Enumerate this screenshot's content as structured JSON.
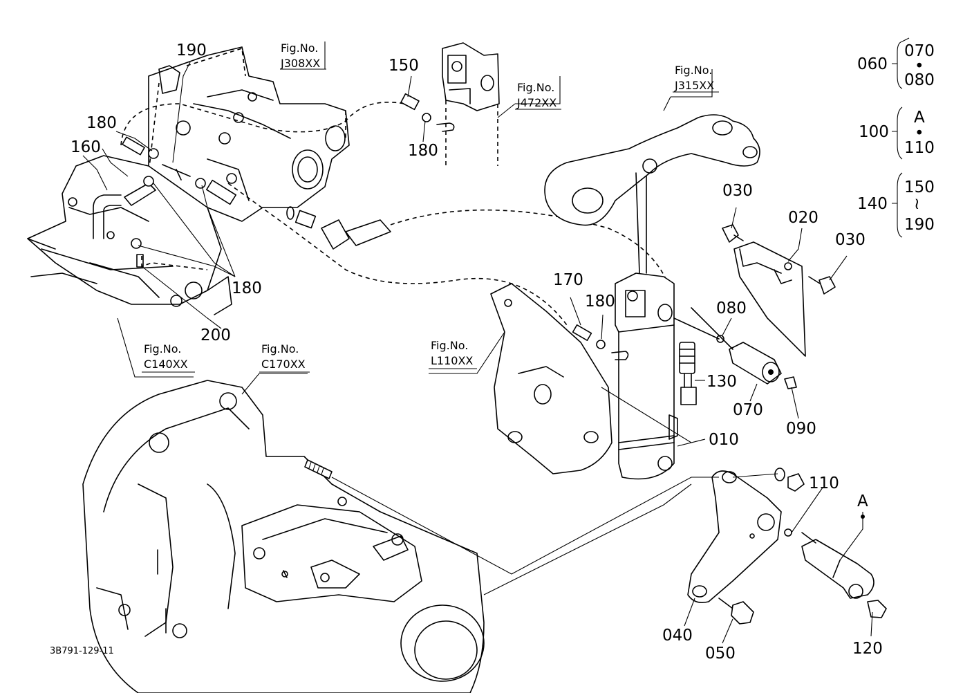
{
  "parts": {
    "p010": "010",
    "p020": "020",
    "p030a": "030",
    "p030b": "030",
    "p040": "040",
    "p050": "050",
    "p070": "070",
    "p080": "080",
    "p090": "090",
    "p110": "110",
    "p120": "120",
    "p130": "130",
    "p150": "150",
    "p160": "160",
    "p170": "170",
    "p180a": "180",
    "p180b": "180",
    "p180c": "180",
    "p180d": "180",
    "p190": "190",
    "p200": "200",
    "pA": "A"
  },
  "figure_refs": {
    "j308": {
      "line1": "Fig.No.",
      "line2": "J308XX"
    },
    "j472": {
      "line1": "Fig.No.",
      "line2": "J472XX"
    },
    "j315": {
      "line1": "Fig.No.",
      "line2": "J315XX"
    },
    "c140": {
      "line1": "Fig.No.",
      "line2": "C140XX"
    },
    "c170": {
      "line1": "Fig.No.",
      "line2": "C170XX"
    },
    "l110": {
      "line1": "Fig.No.",
      "line2": "L110XX"
    }
  },
  "groups": {
    "g060": {
      "parent": "060",
      "top": "070",
      "sep": "•",
      "bottom": "080"
    },
    "g100": {
      "parent": "100",
      "top": "A",
      "sep": "•",
      "bottom": "110"
    },
    "g140": {
      "parent": "140",
      "top": "150",
      "sep": "≀",
      "bottom": "190"
    }
  },
  "drawing_code": "3B791-129-11"
}
